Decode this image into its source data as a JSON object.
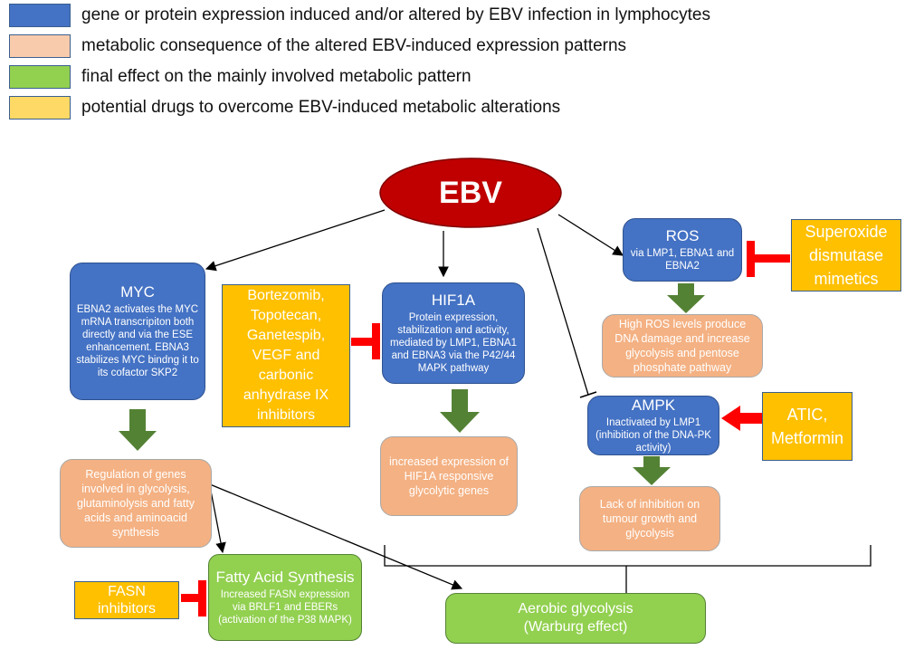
{
  "legend": [
    {
      "text": "gene or protein expression induced and/or altered by EBV infection in lymphocytes",
      "color": "#4472c4"
    },
    {
      "text": "metabolic consequence of the altered EBV-induced expression patterns",
      "color": "#f8cbad"
    },
    {
      "text": "final effect on the mainly involved metabolic pattern",
      "color": "#92d050"
    },
    {
      "text": "potential drugs to overcome EBV-induced metabolic alterations",
      "color": "#ffd966"
    }
  ],
  "ebv": {
    "label": "EBV",
    "color": "#c00000"
  },
  "myc": {
    "title": "MYC",
    "desc": "EBNA2  activates the MYC mRNA transcripiton both directly and via the ESE enhancement. EBNA3 stabilizes MYC bindng it to its cofactor SKP2"
  },
  "myc_effect": {
    "text": "Regulation of genes involved in glycolysis, glutaminolysis and fatty acids and aminoacid synthesis"
  },
  "hif1a": {
    "title": "HIF1A",
    "desc": "Protein expression, stabilization and activity, mediated by LMP1, EBNA1 and EBNA3 via the P42/44 MAPK pathway"
  },
  "hif1a_effect": {
    "text": "increased expression of HIF1A responsive glycolytic genes"
  },
  "ros": {
    "title": "ROS",
    "desc": "via LMP1, EBNA1 and EBNA2"
  },
  "ros_effect": {
    "text": "High ROS levels produce DNA damage and increase glycolysis and pentose phosphate pathway"
  },
  "ampk": {
    "title": "AMPK",
    "desc": "Inactivated by LMP1 (inhibition of the DNA-PK activity)"
  },
  "ampk_effect": {
    "text": "Lack of inhibition on tumour growth and glycolysis"
  },
  "fatty_acid": {
    "title": "Fatty Acid Synthesis",
    "desc": "Increased FASN expression via BRLF1 and EBERs (activation of the P38 MAPK)"
  },
  "aerobic": {
    "line1": "Aerobic glycolysis",
    "line2": "(Warburg effect)"
  },
  "drugs": {
    "bortezomib": "Bortezomib, Topotecan, Ganetespib, VEGF and carbonic anhydrase IX inhibitors",
    "superoxide": "Superoxide dismutase mimetics",
    "atic": "ATIC, Metformin",
    "fasn": "FASN inhibitors"
  },
  "colors": {
    "red_arrow": "#ff0000",
    "green_arrow": "#548235",
    "line": "#000000"
  }
}
